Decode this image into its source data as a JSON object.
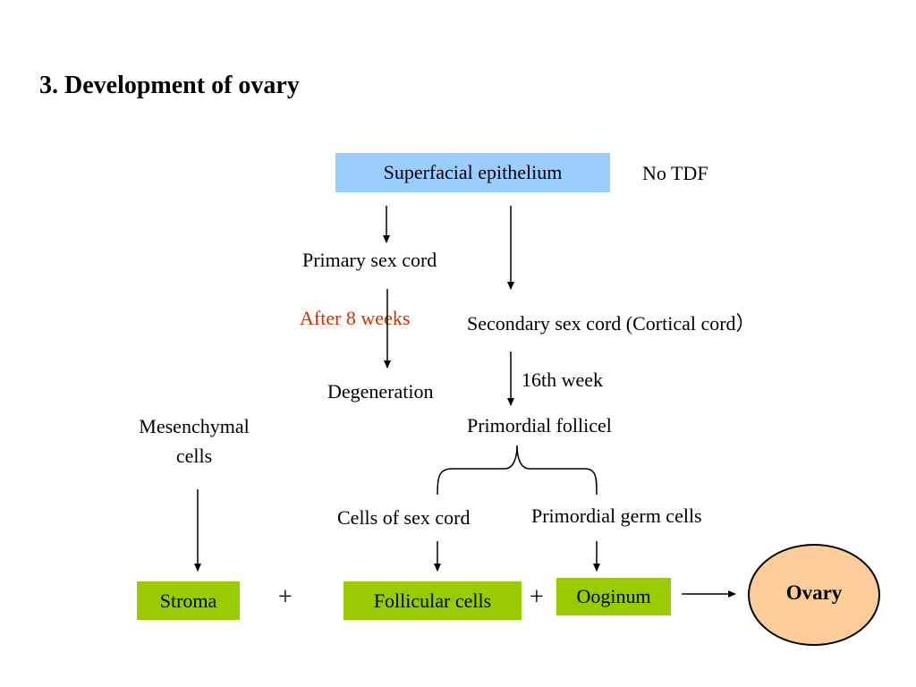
{
  "title": "3. Development of ovary",
  "nodes": {
    "superficial_epithelium": "Superfacial epithelium",
    "no_tdf": "No TDF",
    "primary_sex_cord": "Primary sex cord",
    "after_8_weeks": "After 8 weeks",
    "secondary_sex_cord": "Secondary sex cord (Cortical cord）",
    "week_16": "16th week",
    "degeneration": "Degeneration",
    "mesenchymal_line1": "Mesenchymal",
    "mesenchymal_line2": "cells",
    "primordial_follicel": "Primordial follicel",
    "cells_of_sex_cord": "Cells of sex cord",
    "primordial_germ_cells": "Primordial germ cells",
    "stroma": "Stroma",
    "plus_1": "+",
    "follicular_cells": "Follicular cells",
    "plus_2": "+",
    "ooginum": "Ooginum",
    "ovary": "Ovary"
  },
  "colors": {
    "epithelium_box": "#99ccff",
    "green_box": "#99cc00",
    "ovary_fill": "#fccc9a",
    "highlight_text": "#cc3300"
  }
}
